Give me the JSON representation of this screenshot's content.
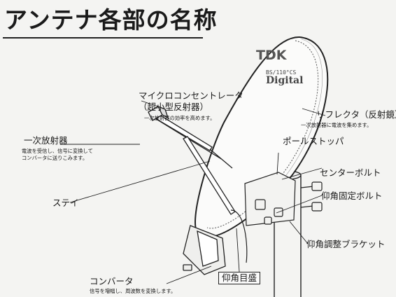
{
  "title": "アンテナ各部の名称",
  "brand": {
    "logo": "TDK",
    "band": "BS/110°CS",
    "digital": "Digital"
  },
  "labels": {
    "micro_converter": {
      "name": "マイクロコンセントレータ",
      "name2": "（超小型反射器）",
      "desc": "一次放射器の効率を高めます。"
    },
    "reflector": {
      "name": "リフレクタ（反射鏡）",
      "desc": "一次放射器に電波を集めます。"
    },
    "primary_radiator": {
      "name": "一次放射器",
      "desc1": "電波を受信し、信号に変換して",
      "desc2": "コンバータに送りこみます。"
    },
    "pole_stopper": {
      "name": "ポールストッパ"
    },
    "center_bolt": {
      "name": "センターボルト"
    },
    "elevation_fix_bolt": {
      "name": "仰角固定ボルト"
    },
    "stay": {
      "name": "ステイ"
    },
    "elevation_bracket": {
      "name": "仰角調整ブラケット"
    },
    "elevation_scale": {
      "name": "仰角目盛"
    },
    "converter": {
      "name": "コンバータ",
      "desc": "信号を増幅し、周波数を変換します。"
    }
  }
}
